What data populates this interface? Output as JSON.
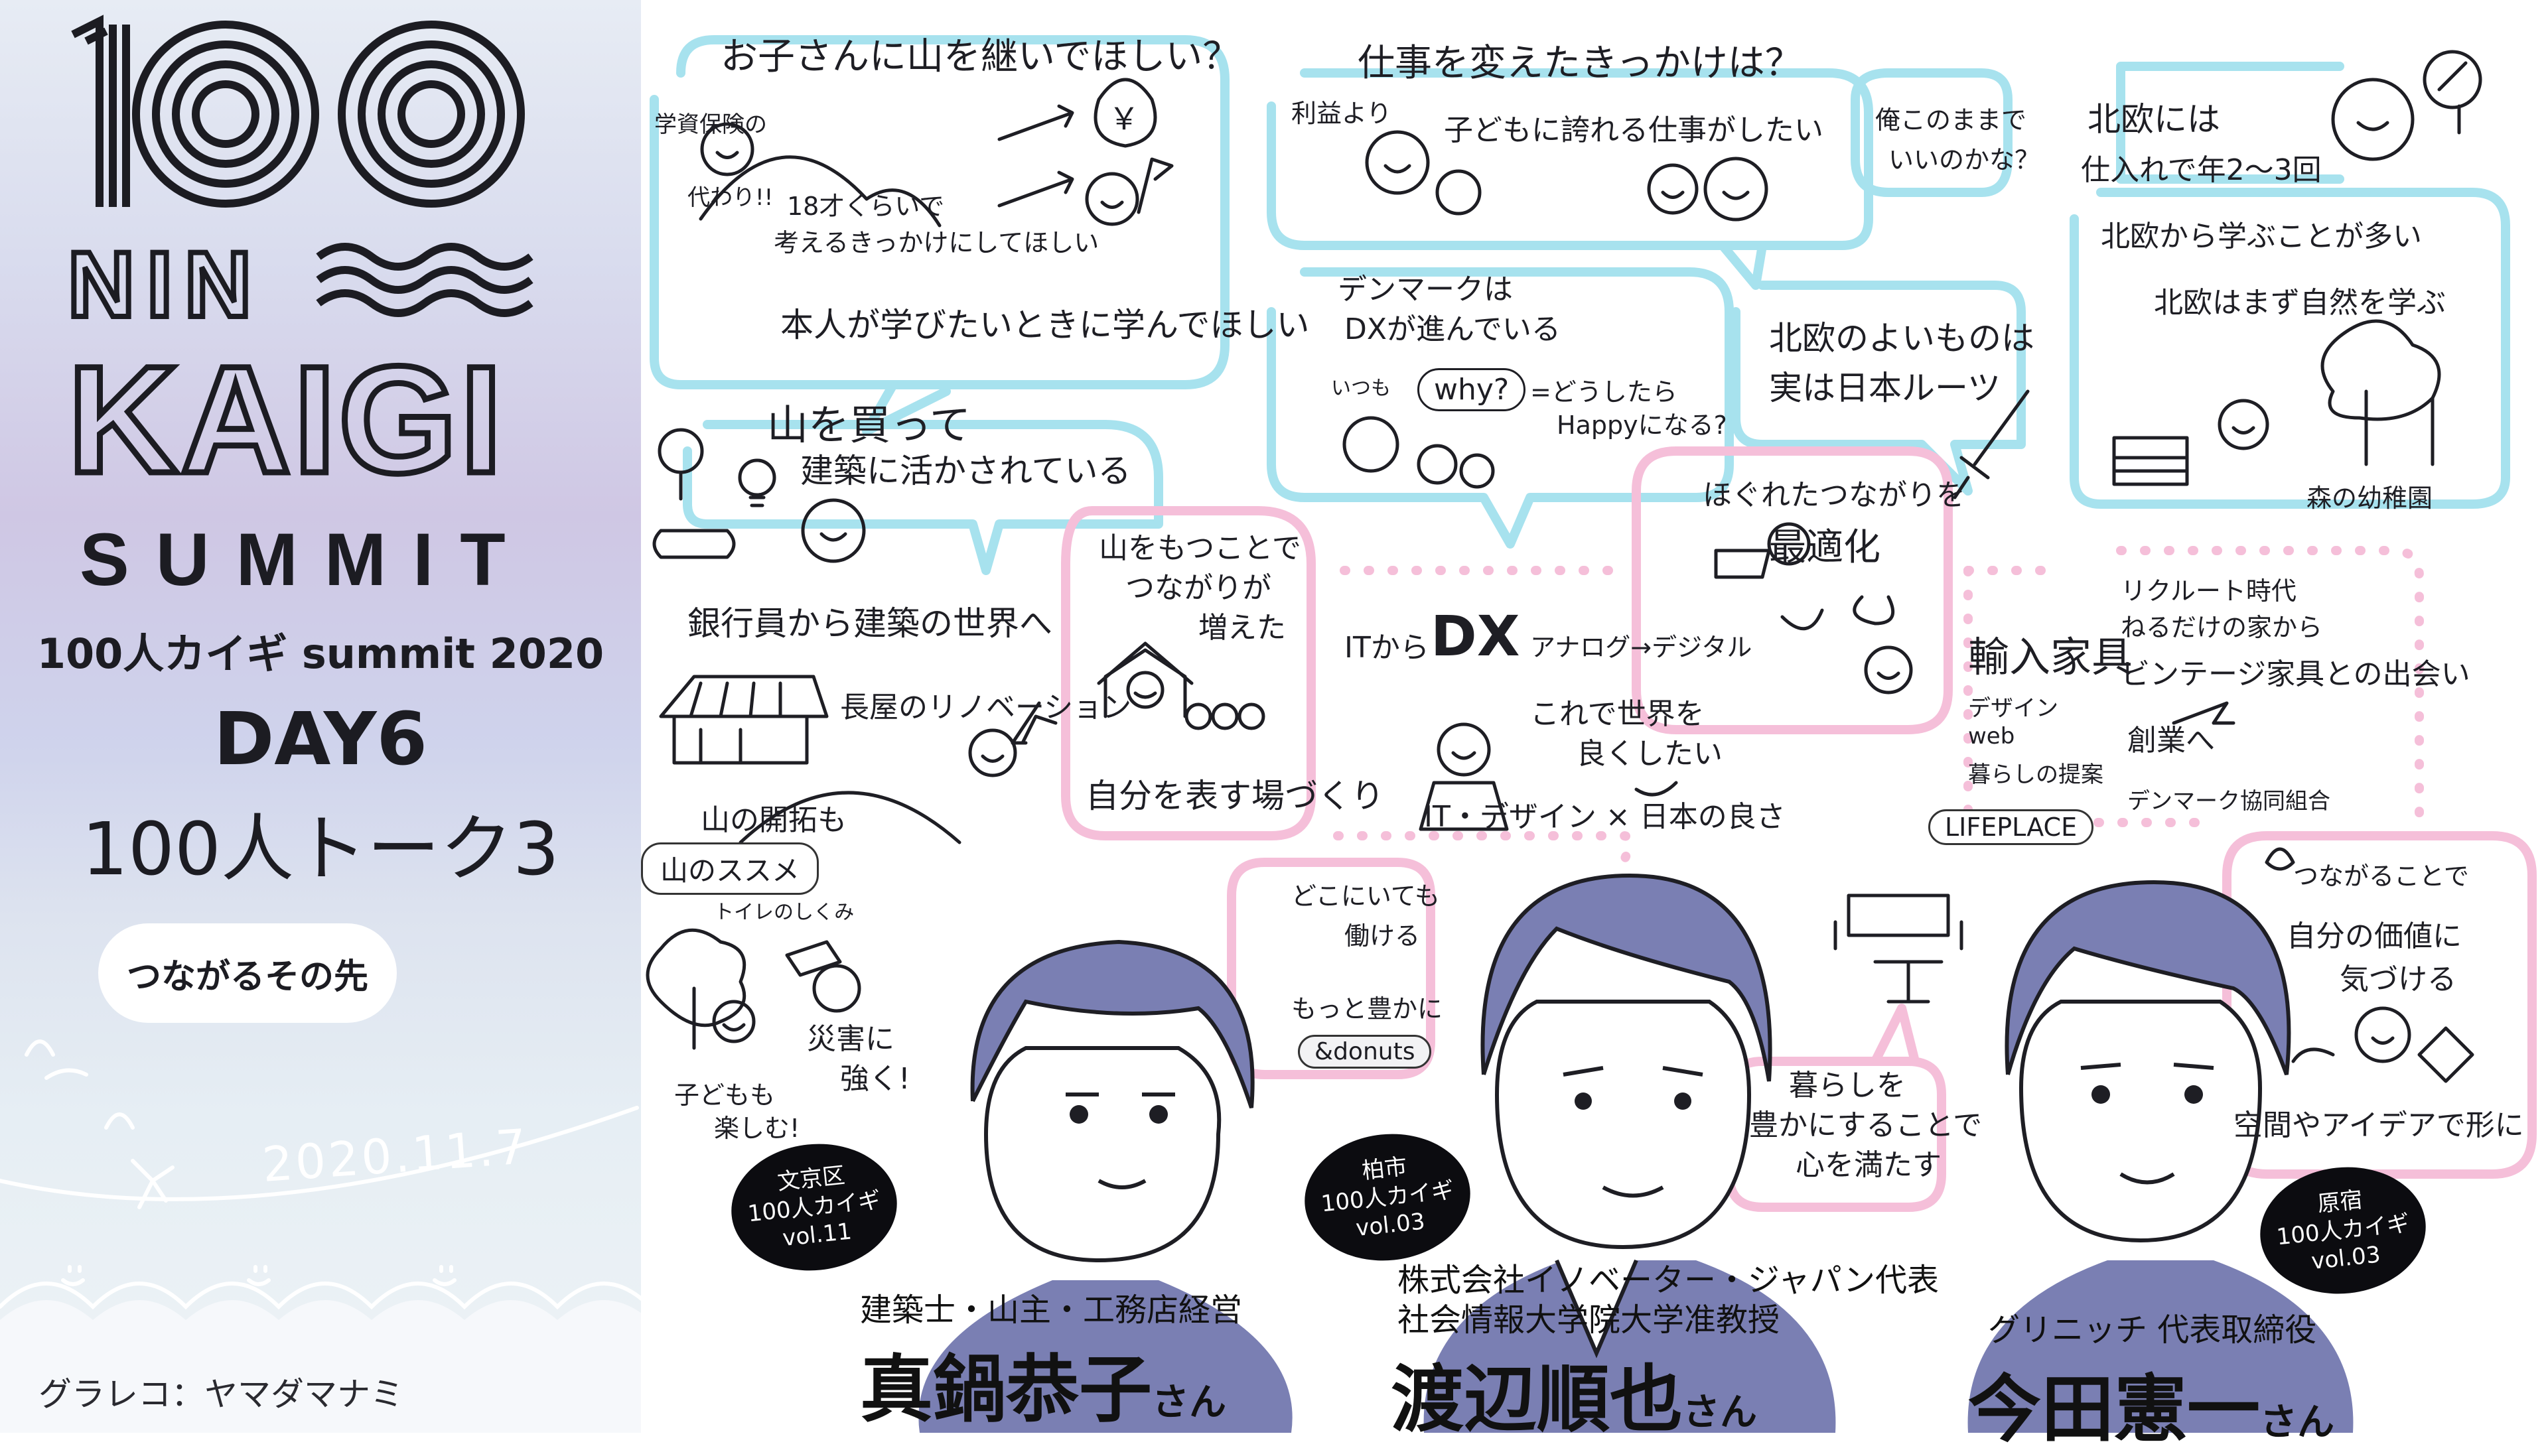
{
  "event": {
    "logo_number": "100",
    "logo_word1": "NIN",
    "logo_word2": "KAIGI",
    "logo_word3": "SUMMIT",
    "event_name": "100人カイギ summit 2020",
    "day": "DAY6",
    "talk": "100人トーク3",
    "theme": "つながるその先",
    "date": "2020.11.7",
    "credit": "グラレコ：ヤマダマナミ"
  },
  "notes": {
    "q1": "お子さんに山を継いでほしい？",
    "q1_a1": "学資保険の",
    "q1_a2": "代わり!!",
    "q1_a3": "18才くらいで",
    "q1_a4": "考えるきっかけにしてほしい",
    "q1_money": "￥",
    "q1_b": "本人が学びたいときに学んでほしい",
    "mountain1": "山を買って",
    "mountain2": "建築に活かされている",
    "bank": "銀行員から建築の世界へ",
    "renov": "長屋のリノベーション",
    "kaitaku": "山の開拓も",
    "susume": "山のススメ",
    "toilet": "トイレのしくみ",
    "saigai1": "災害に",
    "saigai2": "強く!",
    "kids1": "子どもも",
    "kids2": "楽しむ!",
    "tsunagari1": "山をもつことで",
    "tsunagari2": "つながりが",
    "tsunagari3": "増えた",
    "jibun": "自分を表す場づくり",
    "q2": "仕事を変えたきっかけは？",
    "rieki": "利益より",
    "hokoreru": "子どもに誇れる仕事がしたい",
    "ore1": "俺このままで",
    "ore2": "いいのかな？",
    "denmark1": "デンマークは",
    "denmark2": "DXが進んでいる",
    "itsumo": "いつも",
    "why": "why?",
    "dou1": "=どうしたら",
    "dou2": "Happyになる?",
    "it_dx_1": "ITから",
    "it_dx_2": "DX",
    "analog": "アナログ→デジタル",
    "sekai1": "これで世界を",
    "sekai2": "良くしたい",
    "it_design": "IT・デザイン × 日本の良さ",
    "doko1": "どこにいても",
    "doko2": "働ける",
    "motto": "もっと豊かに",
    "donuts": "&donuts",
    "q3a": "北欧には",
    "q3b": "仕入れで年2〜3回",
    "hokuou_yoi1": "北欧のよいものは",
    "hokuou_yoi2": "実は日本ルーツ",
    "manabu": "北欧から学ぶことが多い",
    "shizen": "北欧はまず自然を学ぶ",
    "mori": "森の幼稚園",
    "hogure1": "ほぐれたつながりを",
    "hogure2": "最適化",
    "yunyu": "輸入家具",
    "design": "デザイン",
    "web": "web",
    "kurashi_teian": "暮らしの提案",
    "lifeplace": "LIFEPLACE",
    "recruit1": "リクルート時代",
    "recruit2": "ねるだけの家から",
    "recruit3": "ビンテージ家具との出会い",
    "sougyou": "創業へ",
    "denmark_kumiai": "デンマーク協同組合",
    "kurashi1": "暮らしを",
    "kurashi2": "豊かにすることで",
    "kurashi3": "心を満たす",
    "kachi1": "つながることで",
    "kachi2": "自分の価値に",
    "kachi3": "気づける",
    "kuukan": "空間やアイデアで形に"
  },
  "speakers": [
    {
      "badge1": "文京区",
      "badge2": "100人カイギ",
      "badge3": "vol.11",
      "role1": "建築士・山主・工務店経営",
      "role2": "",
      "name": "真鍋恭子",
      "suffix": "さん"
    },
    {
      "badge1": "柏市",
      "badge2": "100人カイギ",
      "badge3": "vol.03",
      "role1": "株式会社イノベーター・ジャパン代表",
      "role2": "社会情報大学院大学准教授",
      "name": "渡辺順也",
      "suffix": "さん"
    },
    {
      "badge1": "原宿",
      "badge2": "100人カイギ",
      "badge3": "vol.03",
      "role1": "グリニッチ 代表取締役",
      "role2": "",
      "name": "今田憲一",
      "suffix": "さん"
    }
  ],
  "colors": {
    "blue_bubble": "#a7e2ee",
    "pink_bubble": "#f5bfd9",
    "hair": "#7a7fb3",
    "shadow": "#b9bdd9",
    "ink": "#1e1e24"
  }
}
